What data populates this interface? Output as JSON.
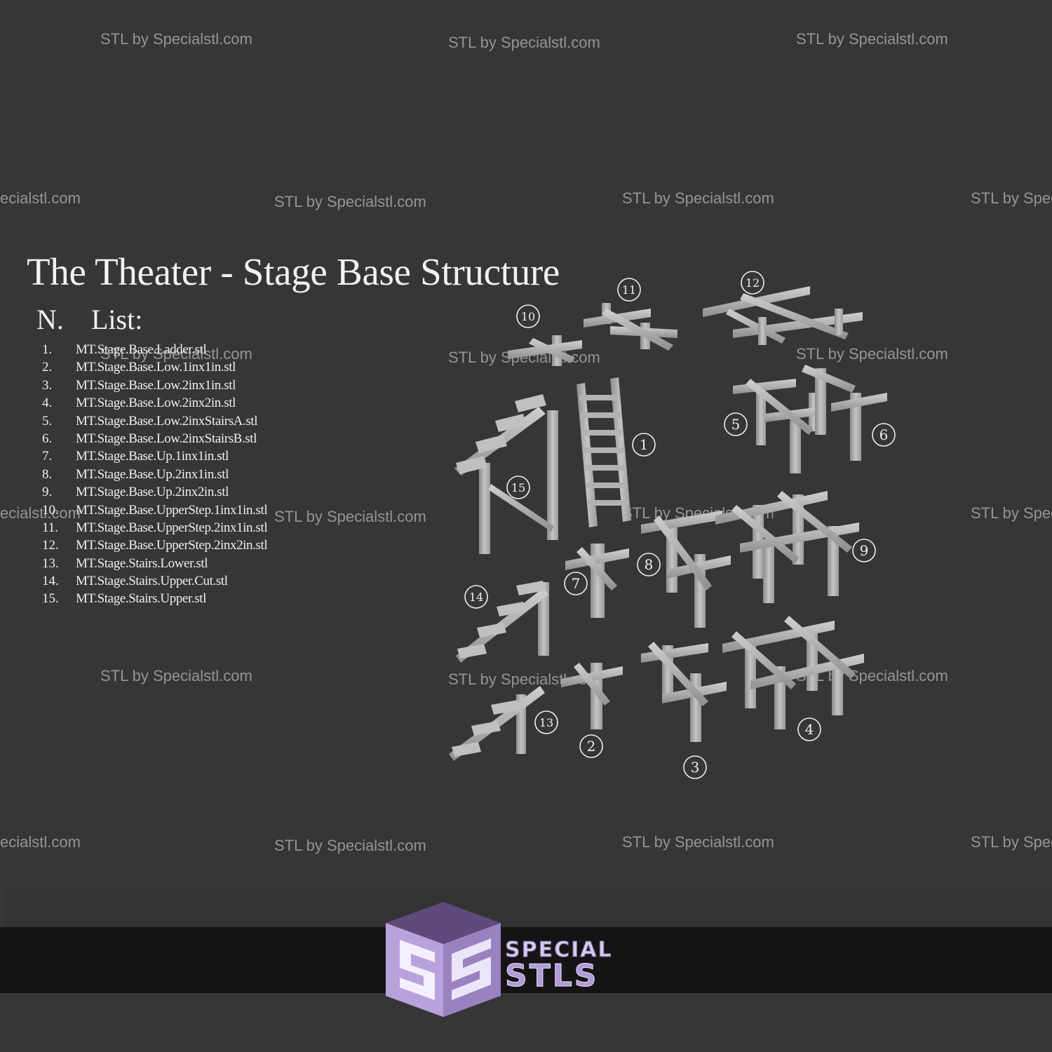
{
  "watermark": "STL by Specialstl.com",
  "watermark_partial_left": "ecialstl.com",
  "watermark_partial_right": "STL by Spec",
  "title": "The Theater - Stage Base Structure",
  "list_header": {
    "n": "N.",
    "list": "List:"
  },
  "files": [
    {
      "num": "1.",
      "name": "MT.Stage.Base.Ladder.stl"
    },
    {
      "num": "2.",
      "name": "MT.Stage.Base.Low.1inx1in.stl"
    },
    {
      "num": "3.",
      "name": "MT.Stage.Base.Low.2inx1in.stl"
    },
    {
      "num": "4.",
      "name": "MT.Stage.Base.Low.2inx2in.stl"
    },
    {
      "num": "5.",
      "name": "MT.Stage.Base.Low.2inxStairsA.stl"
    },
    {
      "num": "6.",
      "name": "MT.Stage.Base.Low.2inxStairsB.stl"
    },
    {
      "num": "7.",
      "name": "MT.Stage.Base.Up.1inx1in.stl"
    },
    {
      "num": "8.",
      "name": "MT.Stage.Base.Up.2inx1in.stl"
    },
    {
      "num": "9.",
      "name": "MT.Stage.Base.Up.2inx2in.stl"
    },
    {
      "num": "10.",
      "name": "MT.Stage.Base.UpperStep.1inx1in.stl"
    },
    {
      "num": "11.",
      "name": "MT.Stage.Base.UpperStep.2inx1in.stl"
    },
    {
      "num": "12.",
      "name": "MT.Stage.Base.UpperStep.2inx2in.stl"
    },
    {
      "num": "13.",
      "name": "MT.Stage.Stairs.Lower.stl"
    },
    {
      "num": "14.",
      "name": "MT.Stage.Stairs.Upper.Cut.stl"
    },
    {
      "num": "15.",
      "name": "MT.Stage.Stairs.Upper.stl"
    }
  ],
  "part_labels": [
    "1",
    "2",
    "3",
    "4",
    "5",
    "6",
    "7",
    "8",
    "9",
    "10",
    "11",
    "12",
    "13",
    "14",
    "15"
  ],
  "logo": {
    "line1": "SPECIAL",
    "line2": "STLS"
  },
  "colors": {
    "background": "#363636",
    "text": "#f2f2f2",
    "watermark": "#a9a9a9",
    "wood": "#b7b7b7",
    "logo_purple": "#6e5a8e",
    "logo_light": "#b9a2dc"
  }
}
